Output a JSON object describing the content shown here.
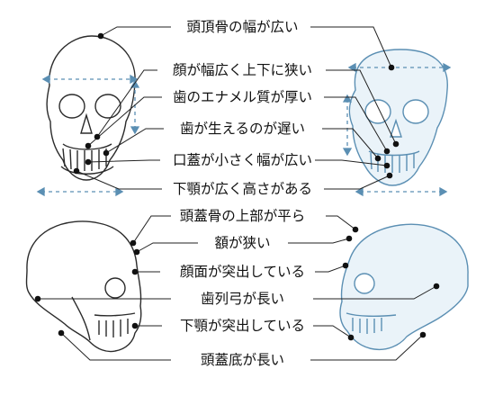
{
  "labels": {
    "top": [
      "頭頂骨の幅が広い",
      "顔が幅広く上下に狭い",
      "歯のエナメル質が厚い",
      "歯が生えるのが遅い",
      "口蓋が小さく幅が広い",
      "下顎が広く高さがある"
    ],
    "bottom": [
      "頭蓋骨の上部が平ら",
      "額が狭い",
      "顔面が突出している",
      "歯列弓が長い",
      "下顎が突出している",
      "頭蓋底が長い"
    ]
  },
  "colors": {
    "left_skull": "#2b2b2b",
    "right_skull": "#5b8fb3",
    "right_fill": "#eaf3f9",
    "dashed": "#5b8fb3",
    "leader": "#222222"
  }
}
